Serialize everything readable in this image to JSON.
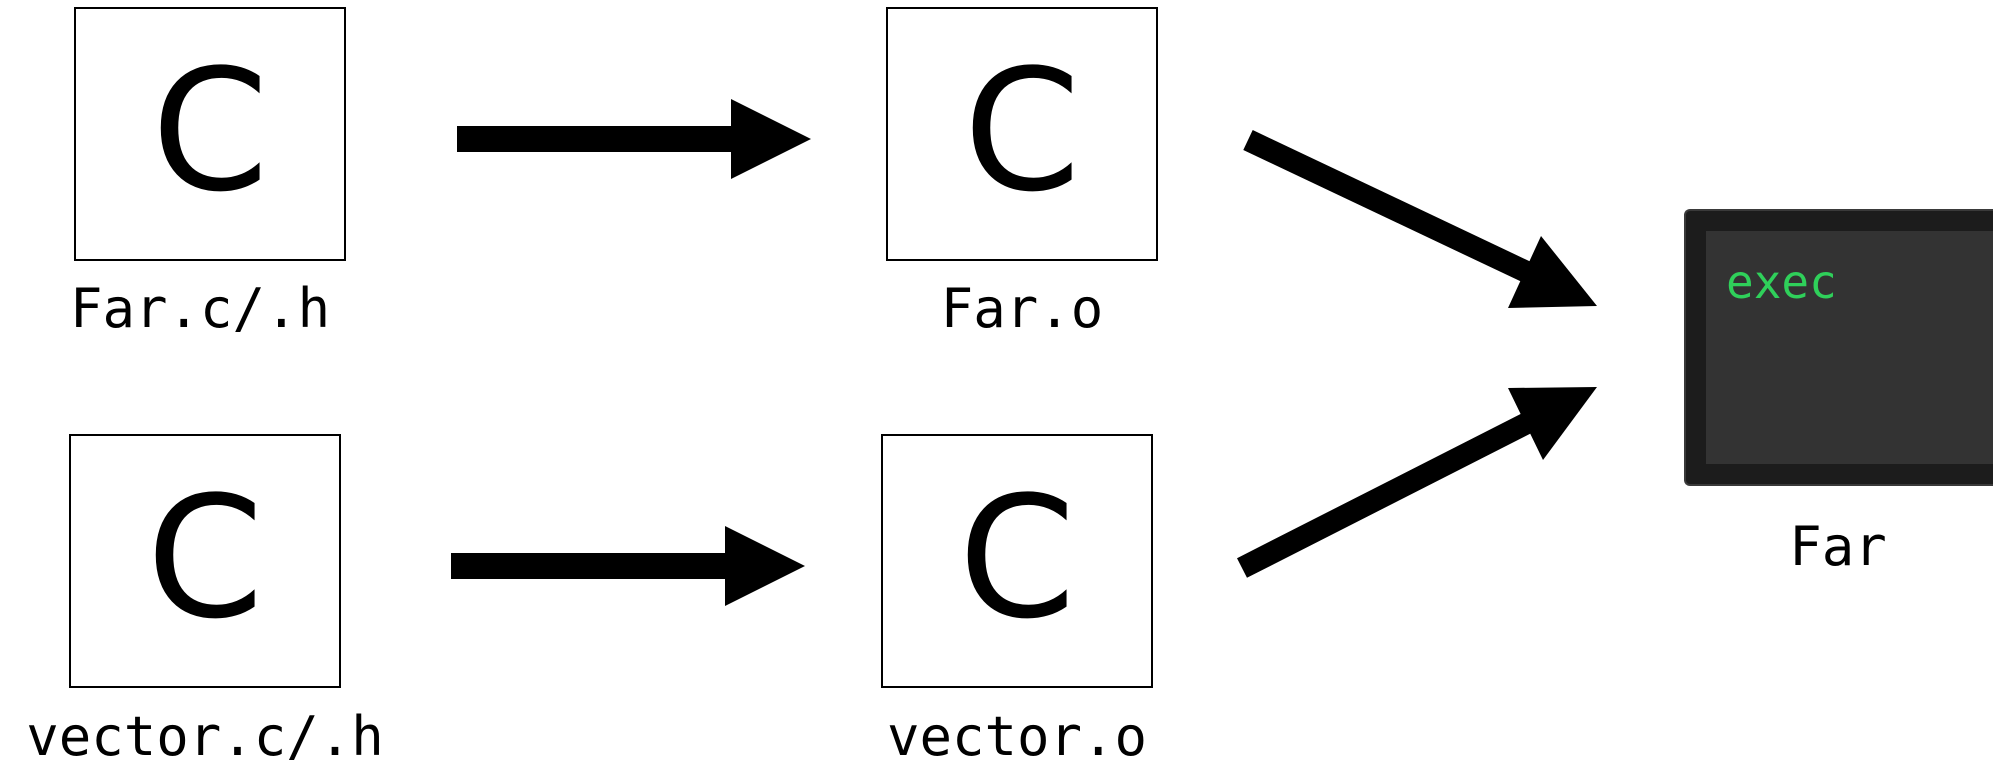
{
  "files": {
    "far_source": {
      "icon_letter": "C",
      "label": "Far.c/.h"
    },
    "far_object": {
      "icon_letter": "C",
      "label": "Far.o"
    },
    "vector_source": {
      "icon_letter": "C",
      "label": "vector.c/.h"
    },
    "vector_object": {
      "icon_letter": "C",
      "label": "vector.o"
    }
  },
  "executable": {
    "terminal_text": "exec",
    "label": "Far",
    "text_color": "#2fd05a"
  },
  "arrows": [
    {
      "from": "far_source",
      "to": "far_object"
    },
    {
      "from": "vector_source",
      "to": "vector_object"
    },
    {
      "from": "far_object",
      "to": "executable"
    },
    {
      "from": "vector_object",
      "to": "executable"
    }
  ]
}
